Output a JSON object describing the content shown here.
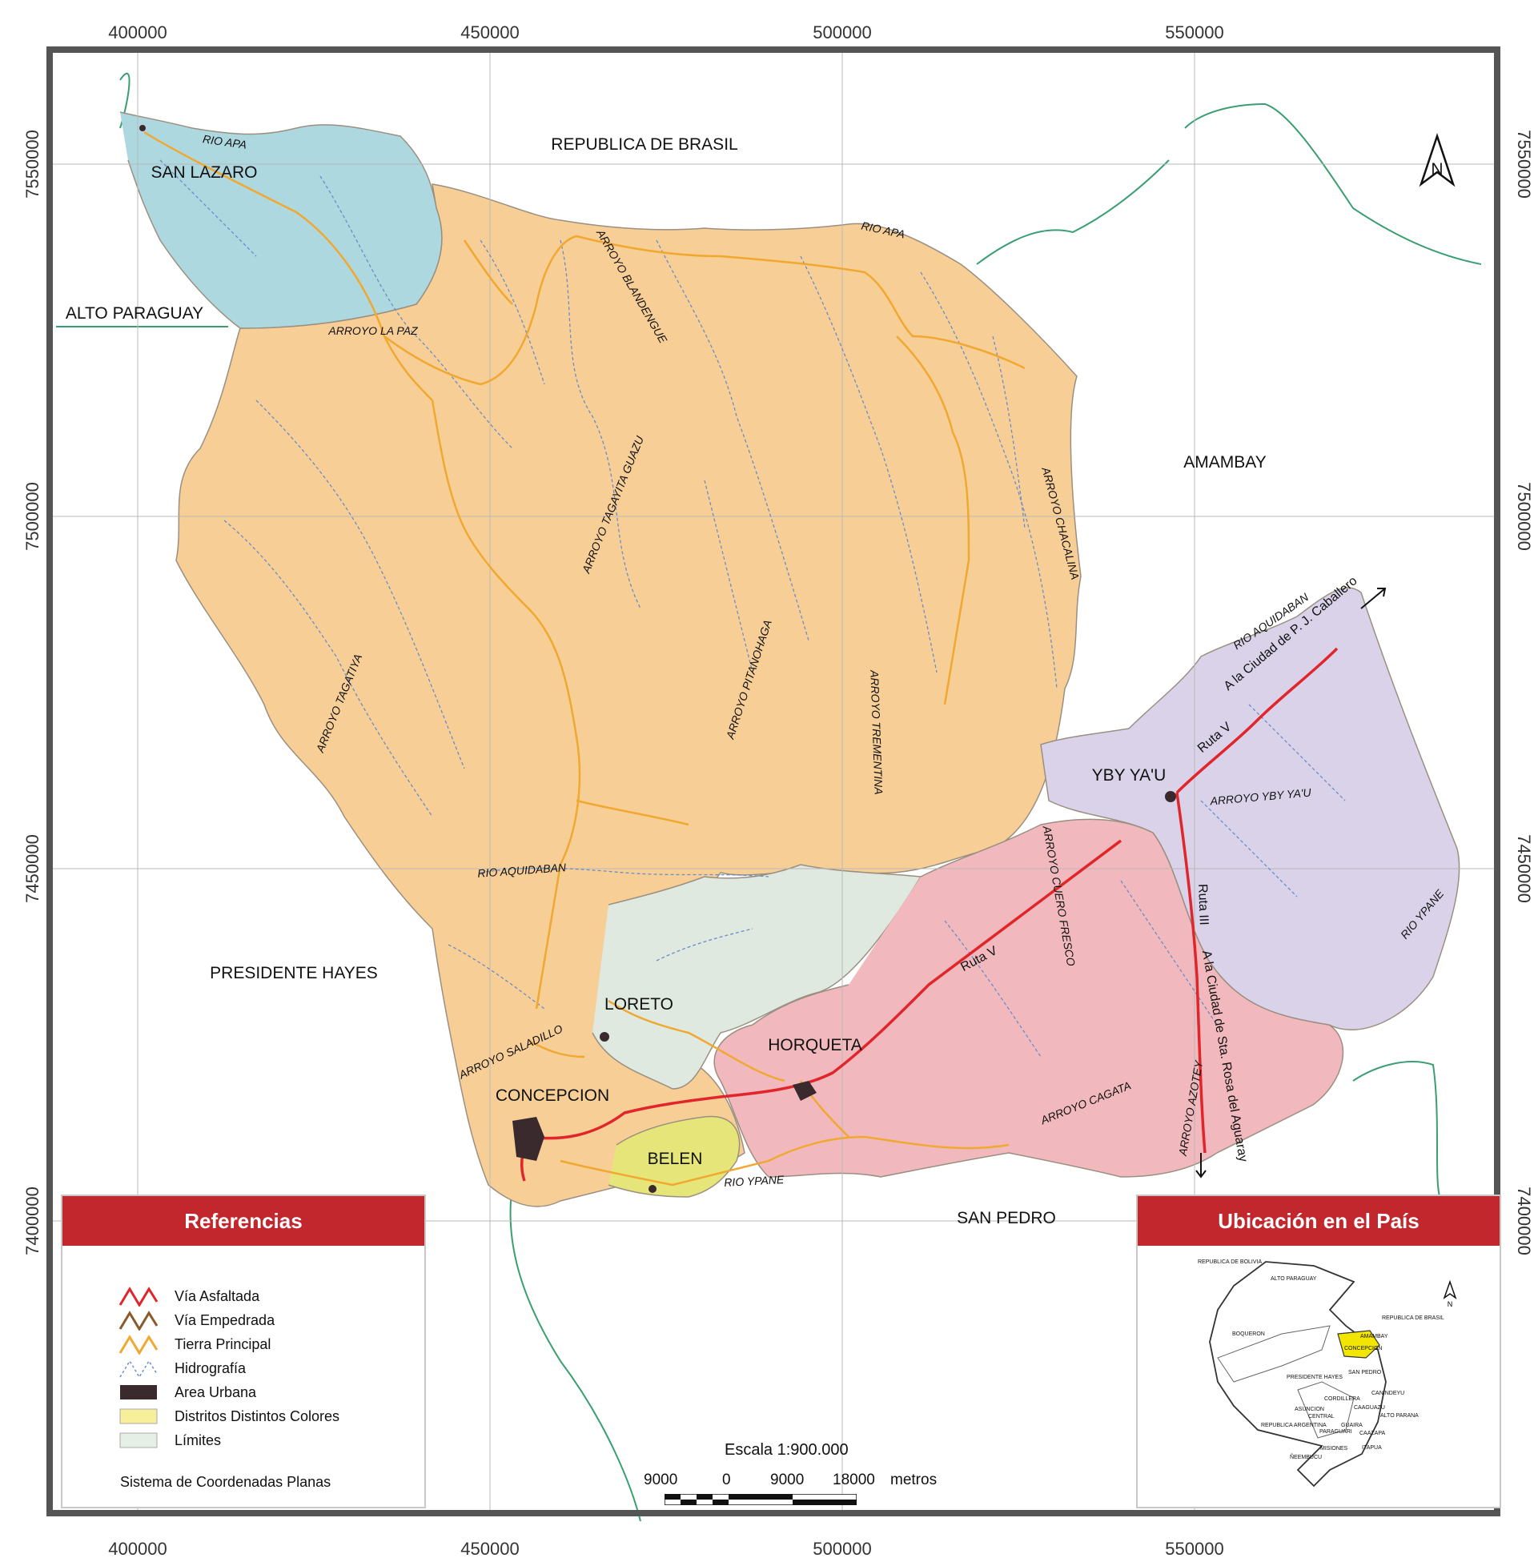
{
  "map": {
    "x_ticks": [
      "400000",
      "450000",
      "500000",
      "550000"
    ],
    "y_ticks": [
      "7550000",
      "7500000",
      "7450000",
      "7400000"
    ],
    "neighbors": [
      "REPUBLICA DE BRASIL",
      "ALTO PARAGUAY",
      "AMAMBAY",
      "PRESIDENTE HAYES",
      "SAN PEDRO"
    ],
    "districts": [
      "SAN LAZARO",
      "LORETO",
      "HORQUETA",
      "CONCEPCION",
      "BELEN",
      "YBY YA'U"
    ],
    "rivers": [
      "RIO APA",
      "RIO APA",
      "ARROYO LA PAZ",
      "ARROYO BLANDENGUE",
      "ARROYO TAGAYITA GUAZU",
      "ARROYO CHACALINA",
      "ARROYO TAGATIYA",
      "ARROYO PITANOHAGA",
      "ARROYO TREMENTINA",
      "RIO AQUIDABAN",
      "ARROYO CUERO FRESCO",
      "ARROYO SALADILLO",
      "ARROYO CAGATA",
      "ARROYO AZOTEY",
      "RIO YPANE",
      "RIO YPANE",
      "RIO AQUIDABAN",
      "ARROYO YBY YA'U"
    ],
    "roads": [
      "Ruta V",
      "Ruta V",
      "Ruta III",
      "A la Ciudad de P. J. Caballero",
      "A la Ciudad de Sta. Rosa del Aguaray"
    ],
    "north_label": "N",
    "colors": {
      "san_lazaro": "#aed8df",
      "main": "#f7cf96",
      "loreto": "#dfe9e0",
      "horqueta": "#f1b9bd",
      "yby_yau": "#d9d2e9",
      "belen": "#e6e57a",
      "asphalt": "#e0262b",
      "dirt": "#f0a830",
      "hydro": "#6b8cc7",
      "border": "#3a9e72"
    }
  },
  "legend": {
    "title": "Referencias",
    "items": [
      {
        "label": "Vía Asfaltada",
        "icon": "asphalt-road-icon",
        "color": "#e0262b"
      },
      {
        "label": "Vía Empedrada",
        "icon": "paved-road-icon",
        "color": "#8a5a2b"
      },
      {
        "label": "Tierra Principal",
        "icon": "dirt-road-icon",
        "color": "#f0a830"
      },
      {
        "label": "Hidrografía",
        "icon": "hydrography-icon",
        "color": "#6b8cc7"
      },
      {
        "label": "Area Urbana",
        "icon": "urban-area-icon",
        "color": "#3a2a2e"
      },
      {
        "label": "Distritos Distintos Colores",
        "icon": "district-color-icon",
        "color": "#f7ef9a"
      },
      {
        "label": "Límites",
        "icon": "limits-icon",
        "color": "#e5efe5"
      }
    ],
    "footer": "Sistema de Coordenadas Planas"
  },
  "scale": {
    "title": "Escala 1:900.000",
    "labels": [
      "9000",
      "0",
      "9000",
      "18000"
    ],
    "unit": "metros"
  },
  "location": {
    "title": "Ubicación en el País",
    "north_label": "N",
    "labels": [
      "REPUBLICA DE BOLIVIA",
      "ALTO PARAGUAY",
      "BOQUERON",
      "REPUBLICA DE BRASIL",
      "AMAMBAY",
      "CONCEPCION",
      "PRESIDENTE HAYES",
      "SAN PEDRO",
      "CANINDEYU",
      "CORDILLERA",
      "CAAGUAZU",
      "ALTO PARANA",
      "ASUNCION",
      "CENTRAL",
      "GUAIRA",
      "CAAZAPA",
      "REPUBLICA ARGENTINA",
      "PARAGUARI",
      "MISIONES",
      "ITAPUA",
      "ÑEEMBUCU"
    ],
    "highlight_color": "#f2e600"
  }
}
